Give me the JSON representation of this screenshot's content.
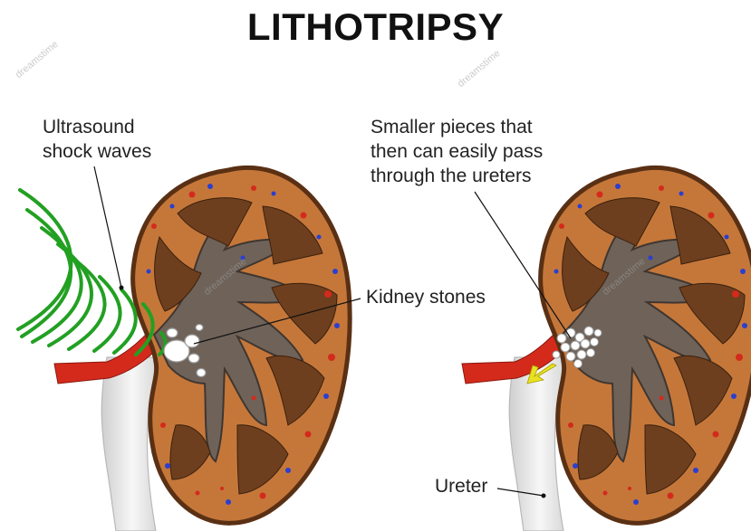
{
  "title": "LITHOTRIPSY",
  "labels": {
    "shock_waves": [
      "Ultrasound",
      "shock waves"
    ],
    "smaller_pieces": [
      "Smaller pieces that",
      "then can easily pass",
      "through the ureters"
    ],
    "kidney_stones": "Kidney stones",
    "ureter": "Ureter"
  },
  "watermark": "dreamstime",
  "colors": {
    "cortex": "#c5773a",
    "cortex_edge": "#5a3014",
    "pelvis": "#6e6259",
    "pyramid": "#6d3f1e",
    "artery": "#d42a1c",
    "ureter": "#e9e9e9",
    "wave": "#22a022",
    "arrow": "#e8e022"
  }
}
